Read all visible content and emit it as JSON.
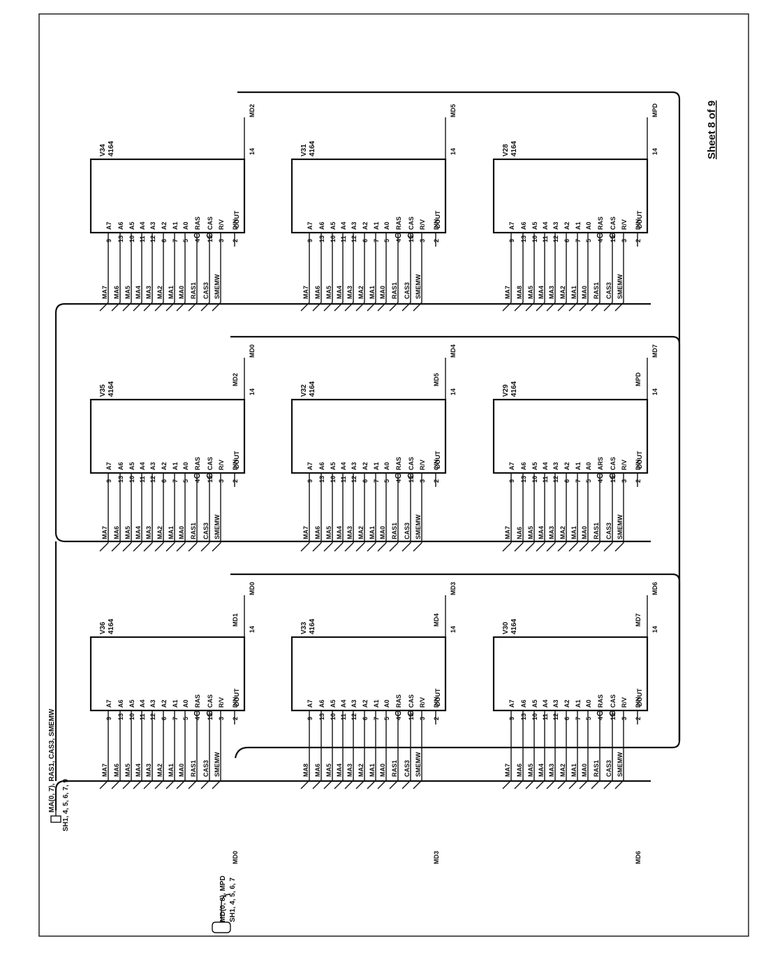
{
  "sheet": {
    "label": "Sheet 8 of 9"
  },
  "connectors": {
    "address": {
      "signals": "MA(0, 7), RAS1, CAS3, SMEMW",
      "sheets": "SH1, 4, 5, 6, 7, 9"
    },
    "data": {
      "signals": "MD(0, 8), MPD",
      "sheets": "SH1, 4, 5, 6, 7"
    }
  },
  "chips": [
    {
      "ref": "V36",
      "part": "4164",
      "dout_net": "MD0",
      "din_net": "MD0",
      "signals": [
        "MA7",
        "MA6",
        "MA5",
        "MA4",
        "MA3",
        "MA2",
        "MA1",
        "MA0",
        "RAS1",
        "CAS3",
        "SMEMW"
      ],
      "pins_in": [
        "A7",
        "A6",
        "A5",
        "A4",
        "A3",
        "A2",
        "A1",
        "A0",
        "RAS",
        "CAS",
        "R/V",
        "DIN"
      ],
      "dout_pin": "DOUT"
    },
    {
      "ref": "V35",
      "part": "4164",
      "dout_net": "MD0",
      "din_net": "MD1",
      "signals": [
        "MA7",
        "MA6",
        "MA5",
        "MA4",
        "MA3",
        "MA2",
        "MA1",
        "MA0",
        "RAS1",
        "CAS3",
        "SMEMW"
      ],
      "pins_in": [
        "A7",
        "A6",
        "A5",
        "A4",
        "A3",
        "A2",
        "A1",
        "A0",
        "RAS",
        "CAS",
        "R/V",
        "DIN"
      ],
      "dout_pin": "DOUT"
    },
    {
      "ref": "V34",
      "part": "4164",
      "dout_net": "MD2",
      "din_net": "MD2",
      "signals": [
        "MA7",
        "MA6",
        "MA5",
        "MA4",
        "MA3",
        "MA2",
        "MA1",
        "MA0",
        "RAS1",
        "CAS3",
        "SMEMW"
      ],
      "pins_in": [
        "A7",
        "A6",
        "A5",
        "A4",
        "A3",
        "A2",
        "A1",
        "A0",
        "RAS",
        "CAS",
        "R/V",
        "DIN"
      ],
      "dout_pin": "COUT"
    },
    {
      "ref": "V33",
      "part": "4164",
      "dout_net": "MD3",
      "din_net": "MD3",
      "signals": [
        "MA8",
        "MA6",
        "MA5",
        "MA4",
        "MA3",
        "MA2",
        "MA1",
        "MA0",
        "RAS1",
        "CAS3",
        "SMEMW"
      ],
      "pins_in": [
        "A7",
        "A6",
        "A5",
        "A4",
        "A3",
        "A2",
        "A1",
        "A0",
        "RAS",
        "CAS",
        "R/V",
        "DIN"
      ],
      "dout_pin": "DOUT"
    },
    {
      "ref": "V32",
      "part": "4164",
      "dout_net": "MD4",
      "din_net": "MD4",
      "signals": [
        "MA7",
        "MA6",
        "MA5",
        "MA4",
        "MA3",
        "MA2",
        "MA1",
        "MA0",
        "RAS1",
        "CAS3",
        "SMEMW"
      ],
      "pins_in": [
        "A7",
        "A6",
        "A5",
        "A4",
        "A3",
        "A2",
        "A1",
        "A0",
        "RAS",
        "CAS",
        "R/V",
        "CIN"
      ],
      "dout_pin": "DOUT"
    },
    {
      "ref": "V31",
      "part": "4164",
      "dout_net": "MD5",
      "din_net": "MD5",
      "signals": [
        "MA7",
        "MA6",
        "MA5",
        "MA4",
        "MA3",
        "MA2",
        "MA1",
        "MA0",
        "RAS1",
        "CAS3",
        "SMEMW"
      ],
      "pins_in": [
        "A7",
        "A6",
        "A5",
        "A4",
        "A3",
        "A2",
        "A1",
        "A0",
        "RAS",
        "CAS",
        "R/V",
        "DIN"
      ],
      "dout_pin": "DOUT"
    },
    {
      "ref": "V30",
      "part": "4164",
      "dout_net": "MD6",
      "din_net": "MD6",
      "signals": [
        "MA7",
        "MA6",
        "MA5",
        "MA4",
        "MA3",
        "MA2",
        "MA1",
        "MA0",
        "RAS1",
        "CAS3",
        "SMEMW"
      ],
      "pins_in": [
        "A7",
        "A6",
        "A5",
        "A4",
        "A3",
        "A2",
        "A1",
        "A0",
        "RAS",
        "CAS",
        "R/V",
        "DIN"
      ],
      "dout_pin": "DOUT"
    },
    {
      "ref": "V29",
      "part": "4164",
      "dout_net": "MD7",
      "din_net": "MD7",
      "signals": [
        "MA7",
        "NA6",
        "MA5",
        "MA4",
        "MA3",
        "MA2",
        "MA1",
        "MA0",
        "RAS1",
        "CAS3",
        "SMEMW"
      ],
      "pins_in": [
        "A7",
        "A6",
        "A5",
        "A4",
        "A3",
        "A2",
        "A1",
        "A0",
        "ARS",
        "CAS",
        "R/V",
        "DIN"
      ],
      "dout_pin": "DOUT"
    },
    {
      "ref": "V28",
      "part": "4164",
      "dout_net": "MPD",
      "din_net": "MPD",
      "signals": [
        "MA7",
        "MA8",
        "MA5",
        "MA4",
        "MA3",
        "MA2",
        "MA1",
        "MA0",
        "RAS1",
        "CAS3",
        "SMEMW"
      ],
      "pins_in": [
        "A7",
        "A6",
        "A5",
        "A4",
        "A3",
        "A2",
        "A1",
        "A0",
        "RAS",
        "CAS",
        "R/V",
        "DIN"
      ],
      "dout_pin": "DOUT"
    }
  ],
  "pin_numbers": [
    "9",
    "13",
    "10",
    "11",
    "12",
    "6",
    "7",
    "5",
    "4",
    "15",
    "3",
    "2"
  ],
  "dout_pin_number": "14"
}
